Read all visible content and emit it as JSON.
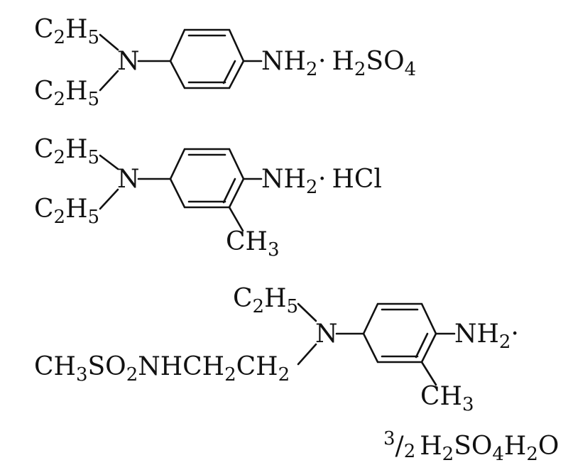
{
  "structures": [
    {
      "id": "s1",
      "ethyl_top": {
        "base": "C",
        "sub1": "2",
        "mid": "H",
        "sub2": "5"
      },
      "ethyl_bottom": {
        "base": "C",
        "sub1": "2",
        "mid": "H",
        "sub2": "5"
      },
      "nitrogen": "N",
      "amine": {
        "base": "NH",
        "sub": "2"
      },
      "salt": {
        "dot": "·",
        "p1": "H",
        "s1": "2",
        "p2": "SO",
        "s2": "4"
      }
    },
    {
      "id": "s2",
      "ethyl_top": {
        "base": "C",
        "sub1": "2",
        "mid": "H",
        "sub2": "5"
      },
      "ethyl_bottom": {
        "base": "C",
        "sub1": "2",
        "mid": "H",
        "sub2": "5"
      },
      "nitrogen": "N",
      "amine": {
        "base": "NH",
        "sub": "2"
      },
      "salt": {
        "dot": "·",
        "text": "HCl"
      },
      "methyl": {
        "base": "CH",
        "sub": "3"
      }
    },
    {
      "id": "s3",
      "ethyl_top": {
        "base": "C",
        "sub1": "2",
        "mid": "H",
        "sub2": "5"
      },
      "chain": {
        "p1": "CH",
        "s1": "3",
        "p2": "SO",
        "s2": "2",
        "p3": "NHCH",
        "s3": "2",
        "p4": "CH",
        "s4": "2"
      },
      "nitrogen": "N",
      "amine": {
        "base": "NH",
        "sub": "2",
        "dot": "·"
      },
      "methyl": {
        "base": "CH",
        "sub": "3"
      },
      "salt": {
        "frac_num": "3",
        "frac_slash": "/",
        "frac_den": "2",
        "p1": "H",
        "s1": "2",
        "p2": "SO",
        "s2": "4",
        "p3": "H",
        "s3": "2",
        "p4": "O"
      }
    }
  ]
}
